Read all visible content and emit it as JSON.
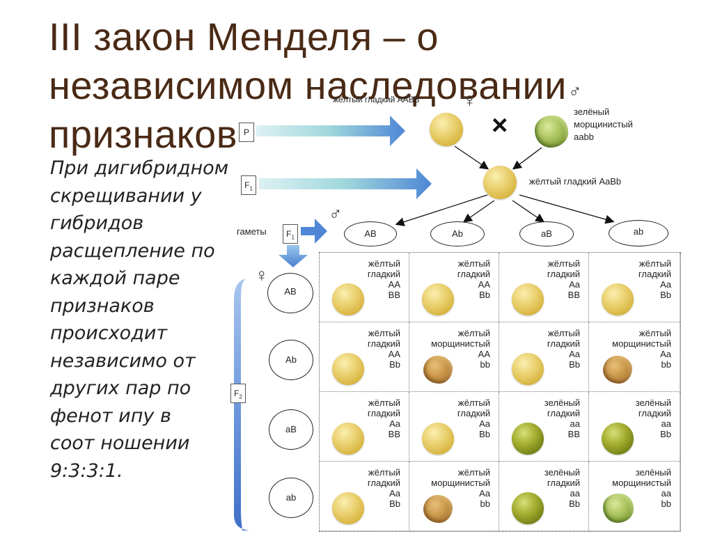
{
  "title": {
    "line1": "III закон Менделя – о",
    "line2": "независимом наследовании",
    "line3": "признаков"
  },
  "description": [
    "При дигибридном",
    "скрещивании у",
    "гибридов",
    "расщепление по",
    "каждой паре",
    "признаков",
    "происходит",
    "независимо от",
    "других пар по",
    "фенот ипу в",
    "соот ношении",
    "9:3:3:1."
  ],
  "generations": {
    "p": "P",
    "f1": "F",
    "f1_sub": "1",
    "f2": "F",
    "f2_sub": "2",
    "gametes_label": "гаметы"
  },
  "parents": {
    "female_label": "жёлтый гладкий AABB",
    "male_label_line1": "зелёный",
    "male_label_line2": "морщинистый",
    "male_label_line3": "aabb",
    "cross_symbol": "×",
    "female_symbol": "♀",
    "male_symbol": "♂"
  },
  "hybrid": {
    "label": "жёлтый гладкий AaBb"
  },
  "male_gametes": [
    "AB",
    "Ab",
    "aB",
    "ab"
  ],
  "female_gametes": [
    "AB",
    "Ab",
    "aB",
    "ab"
  ],
  "punnett": [
    [
      {
        "color": "жёлтый",
        "shape": "гладкий",
        "g1": "AA",
        "g2": "BB",
        "pea": "yellow-smooth"
      },
      {
        "color": "жёлтый",
        "shape": "гладкий",
        "g1": "AA",
        "g2": "Bb",
        "pea": "yellow-smooth"
      },
      {
        "color": "жёлтый",
        "shape": "гладкий",
        "g1": "Aa",
        "g2": "BB",
        "pea": "yellow-smooth"
      },
      {
        "color": "жёлтый",
        "shape": "гладкий",
        "g1": "Aa",
        "g2": "Bb",
        "pea": "yellow-smooth"
      }
    ],
    [
      {
        "color": "жёлтый",
        "shape": "гладкий",
        "g1": "AA",
        "g2": "Bb",
        "pea": "yellow-smooth"
      },
      {
        "color": "жёлтый",
        "shape": "морщинистый",
        "g1": "AA",
        "g2": "bb",
        "pea": "yellow-wrinkled"
      },
      {
        "color": "жёлтый",
        "shape": "гладкий",
        "g1": "Aa",
        "g2": "Bb",
        "pea": "yellow-smooth"
      },
      {
        "color": "жёлтый",
        "shape": "морщинистый",
        "g1": "Aa",
        "g2": "bb",
        "pea": "yellow-wrinkled"
      }
    ],
    [
      {
        "color": "жёлтый",
        "shape": "гладкий",
        "g1": "Aa",
        "g2": "BB",
        "pea": "yellow-smooth"
      },
      {
        "color": "жёлтый",
        "shape": "гладкий",
        "g1": "Aa",
        "g2": "Bb",
        "pea": "yellow-smooth"
      },
      {
        "color": "зелёный",
        "shape": "гладкий",
        "g1": "aa",
        "g2": "BB",
        "pea": "green-smooth"
      },
      {
        "color": "зелёный",
        "shape": "гладкий",
        "g1": "aa",
        "g2": "Bb",
        "pea": "green-smooth"
      }
    ],
    [
      {
        "color": "жёлтый",
        "shape": "гладкий",
        "g1": "Aa",
        "g2": "Bb",
        "pea": "yellow-smooth"
      },
      {
        "color": "жёлтый",
        "shape": "морщинистый",
        "g1": "Aa",
        "g2": "bb",
        "pea": "yellow-wrinkled"
      },
      {
        "color": "зелёный",
        "shape": "гладкий",
        "g1": "aa",
        "g2": "Bb",
        "pea": "green-smooth"
      },
      {
        "color": "зелёный",
        "shape": "морщинистый",
        "g1": "aa",
        "g2": "bb",
        "pea": "green-wrinkled"
      }
    ]
  ],
  "colors": {
    "title": "#4a2a16",
    "arrow_blue": "#4f7fd0",
    "arrow_teal": "#8fd3d8"
  }
}
